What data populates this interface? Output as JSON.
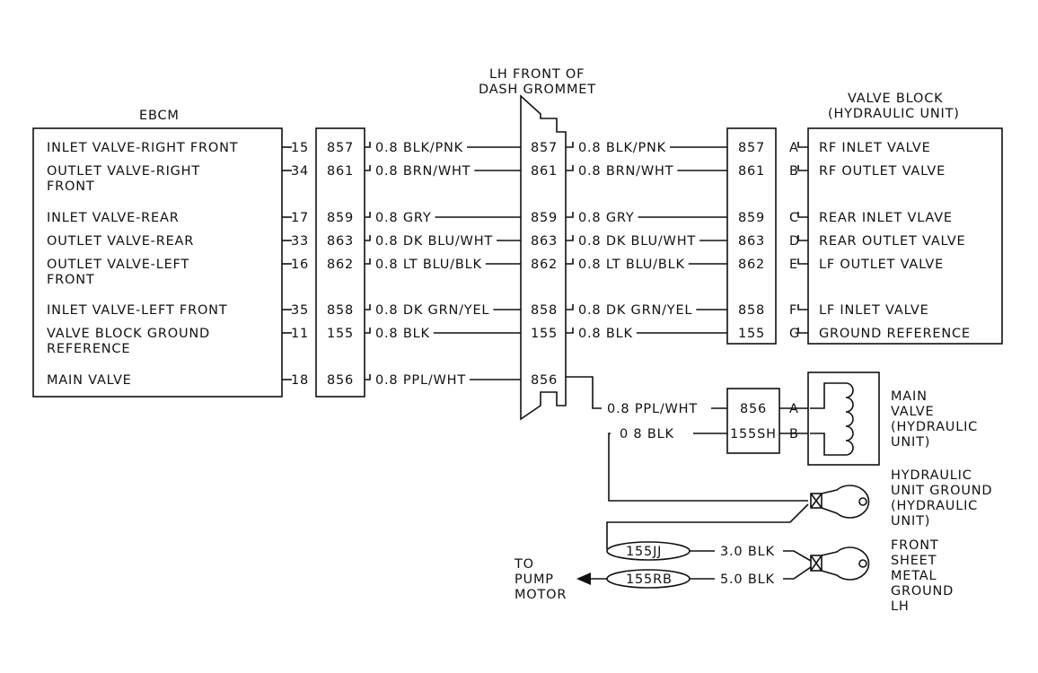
{
  "ebcm": {
    "title": "EBCM",
    "rows": [
      {
        "label": [
          "INLET VALVE-RIGHT FRONT"
        ],
        "pin": "15"
      },
      {
        "label": [
          "OUTLET VALVE-RIGHT",
          "FRONT"
        ],
        "pin": "34"
      },
      {
        "label": [
          "INLET VALVE-REAR"
        ],
        "pin": "17"
      },
      {
        "label": [
          "OUTLET VALVE-REAR"
        ],
        "pin": "33"
      },
      {
        "label": [
          "OUTLET VALVE-LEFT",
          "FRONT"
        ],
        "pin": "16"
      },
      {
        "label": [
          "INLET VALVE-LEFT FRONT"
        ],
        "pin": "35"
      },
      {
        "label": [
          "VALVE BLOCK GROUND",
          "REFERENCE"
        ],
        "pin": "11"
      },
      {
        "label": [
          "MAIN VALVE"
        ],
        "pin": "18"
      }
    ]
  },
  "grommet": {
    "title": [
      "LH FRONT OF",
      "DASH GROMMET"
    ]
  },
  "circuits": [
    {
      "num": "857",
      "wire_left": "0.8 BLK/PNK",
      "wire_right": "0.8 BLK/PNK"
    },
    {
      "num": "861",
      "wire_left": "0.8 BRN/WHT",
      "wire_right": "0.8 BRN/WHT"
    },
    {
      "num": "859",
      "wire_left": "0.8 GRY",
      "wire_right": "0.8 GRY"
    },
    {
      "num": "863",
      "wire_left": "0.8 DK BLU/WHT",
      "wire_right": "0.8 DK BLU/WHT"
    },
    {
      "num": "862",
      "wire_left": "0.8 LT BLU/BLK",
      "wire_right": "0.8 LT BLU/BLK"
    },
    {
      "num": "858",
      "wire_left": "0.8 DK GRN/YEL",
      "wire_right": "0.8 DK GRN/YEL"
    },
    {
      "num": "155",
      "wire_left": "0.8 BLK",
      "wire_right": "0.8 BLK"
    },
    {
      "num": "856",
      "wire_left": "0.8 PPL/WHT",
      "wire_right": ""
    }
  ],
  "valve_block": {
    "title": [
      "VALVE BLOCK",
      "(HYDRAULIC UNIT)"
    ],
    "rows": [
      {
        "pin": "A",
        "label": "RF INLET VALVE"
      },
      {
        "pin": "B",
        "label": "RF OUTLET VALVE"
      },
      {
        "pin": "C",
        "label": "REAR INLET VLAVE"
      },
      {
        "pin": "D",
        "label": "REAR OUTLET VALVE"
      },
      {
        "pin": "E",
        "label": "LF OUTLET VALVE"
      },
      {
        "pin": "F",
        "label": "LF INLET VALVE"
      },
      {
        "pin": "G",
        "label": "GROUND REFERENCE"
      }
    ]
  },
  "main_valve": {
    "wire_top": "0.8 PPL/WHT",
    "wire_bottom": "0 8 BLK",
    "circuit_top": "856",
    "circuit_bottom": "155SH",
    "pin_a": "A",
    "pin_b": "B",
    "label": [
      "MAIN",
      "VALVE",
      "(HYDRAULIC",
      "UNIT)"
    ]
  },
  "ground": {
    "hydraulic_label": [
      "HYDRAULIC",
      "UNIT GROUND",
      "(HYDRAULIC",
      "UNIT)"
    ],
    "sheet_metal_label": [
      "FRONT",
      "SHEET",
      "METAL",
      "GROUND",
      "LH"
    ],
    "splice_1": "155JJ",
    "splice_2": "155RB",
    "wire_1": "3.0 BLK",
    "wire_2": "5.0 BLK",
    "pump_label": [
      "TO",
      "PUMP",
      "MOTOR"
    ]
  }
}
